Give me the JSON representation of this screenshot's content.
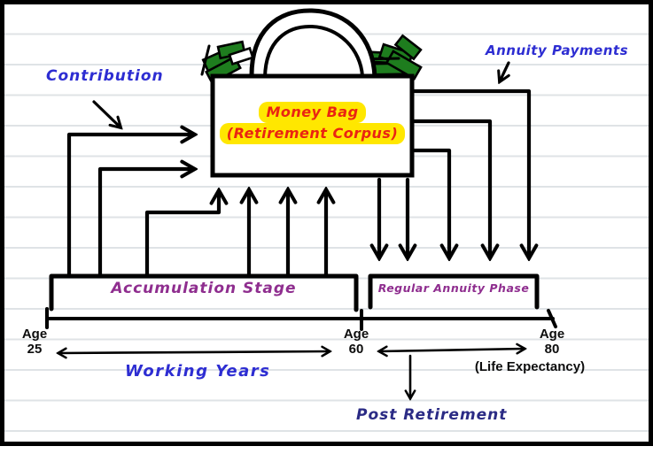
{
  "diagram": {
    "labels": {
      "contribution": "Contribution",
      "annuity_payments": "Annuity Payments",
      "money_bag_title": "Money Bag",
      "money_bag_subtitle": "(Retirement Corpus)",
      "accumulation_stage": "Accumulation Stage",
      "regular_annuity_phase": "Regular Annuity Phase",
      "working_years": "Working Years",
      "post_retirement": "Post Retirement",
      "life_expectancy_note": "(Life Expectancy)"
    },
    "timeline": {
      "points": [
        {
          "label": "Age",
          "value": "25"
        },
        {
          "label": "Age",
          "value": "60"
        },
        {
          "label": "Age",
          "value": "80"
        }
      ]
    },
    "colors": {
      "annotation_blue": "#2d2dd2",
      "phase_purple": "#8f2e8f",
      "corpus_red": "#ea2412",
      "highlight_yellow": "#ffe700",
      "money_green": "#1e7d1e",
      "post_retirement_navy": "#2b2b85",
      "ink_black": "#000000",
      "ruled_line_gray": "#dfe3e6"
    }
  }
}
